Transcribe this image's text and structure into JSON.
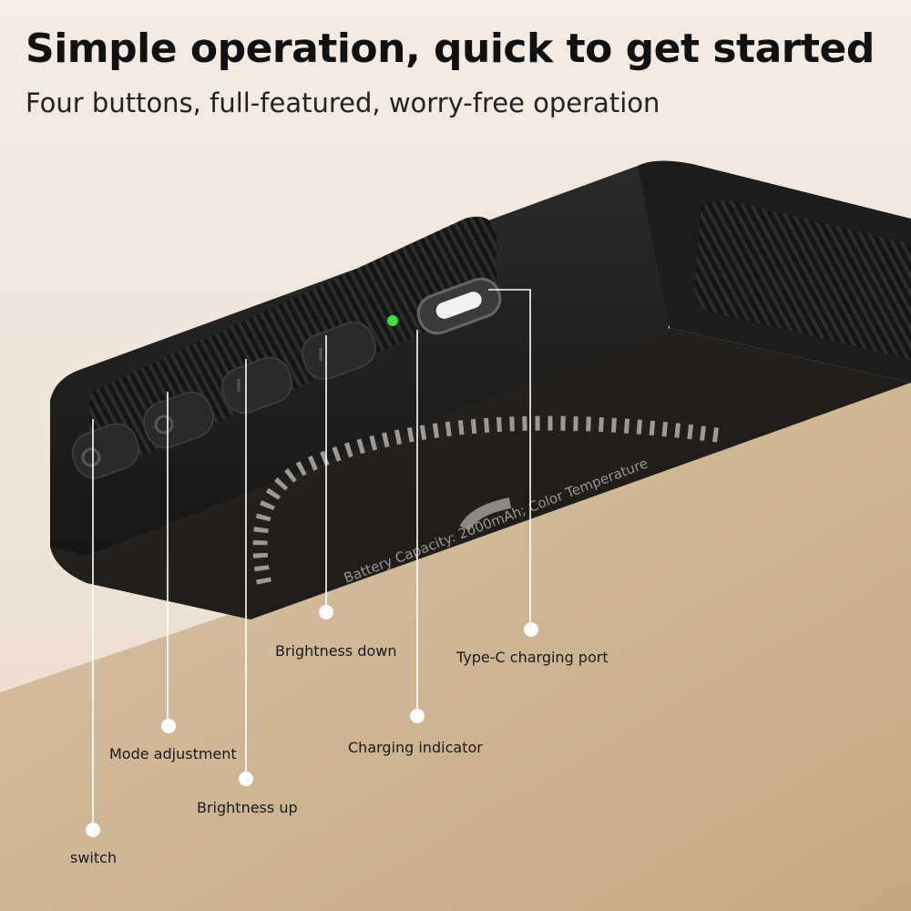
{
  "header": {
    "title": "Simple operation, quick to get started",
    "subtitle": "Four buttons, full-featured, worry-free operation"
  },
  "device": {
    "print_text": "Battery Capacity: 2000mAh; Color Temperature"
  },
  "callouts": {
    "switch": "switch",
    "mode_adjustment": "Mode adjustment",
    "brightness_up": "Brightness up",
    "brightness_down": "Brightness down",
    "charging_indicator": "Charging indicator",
    "type_c_port": "Type-C charging port"
  },
  "colors": {
    "background": "#f1e6da",
    "surface": "#cdb393",
    "device_body": "#1b1b1b",
    "indicator_led": "#39e23a",
    "callout_line": "#ffffff"
  }
}
